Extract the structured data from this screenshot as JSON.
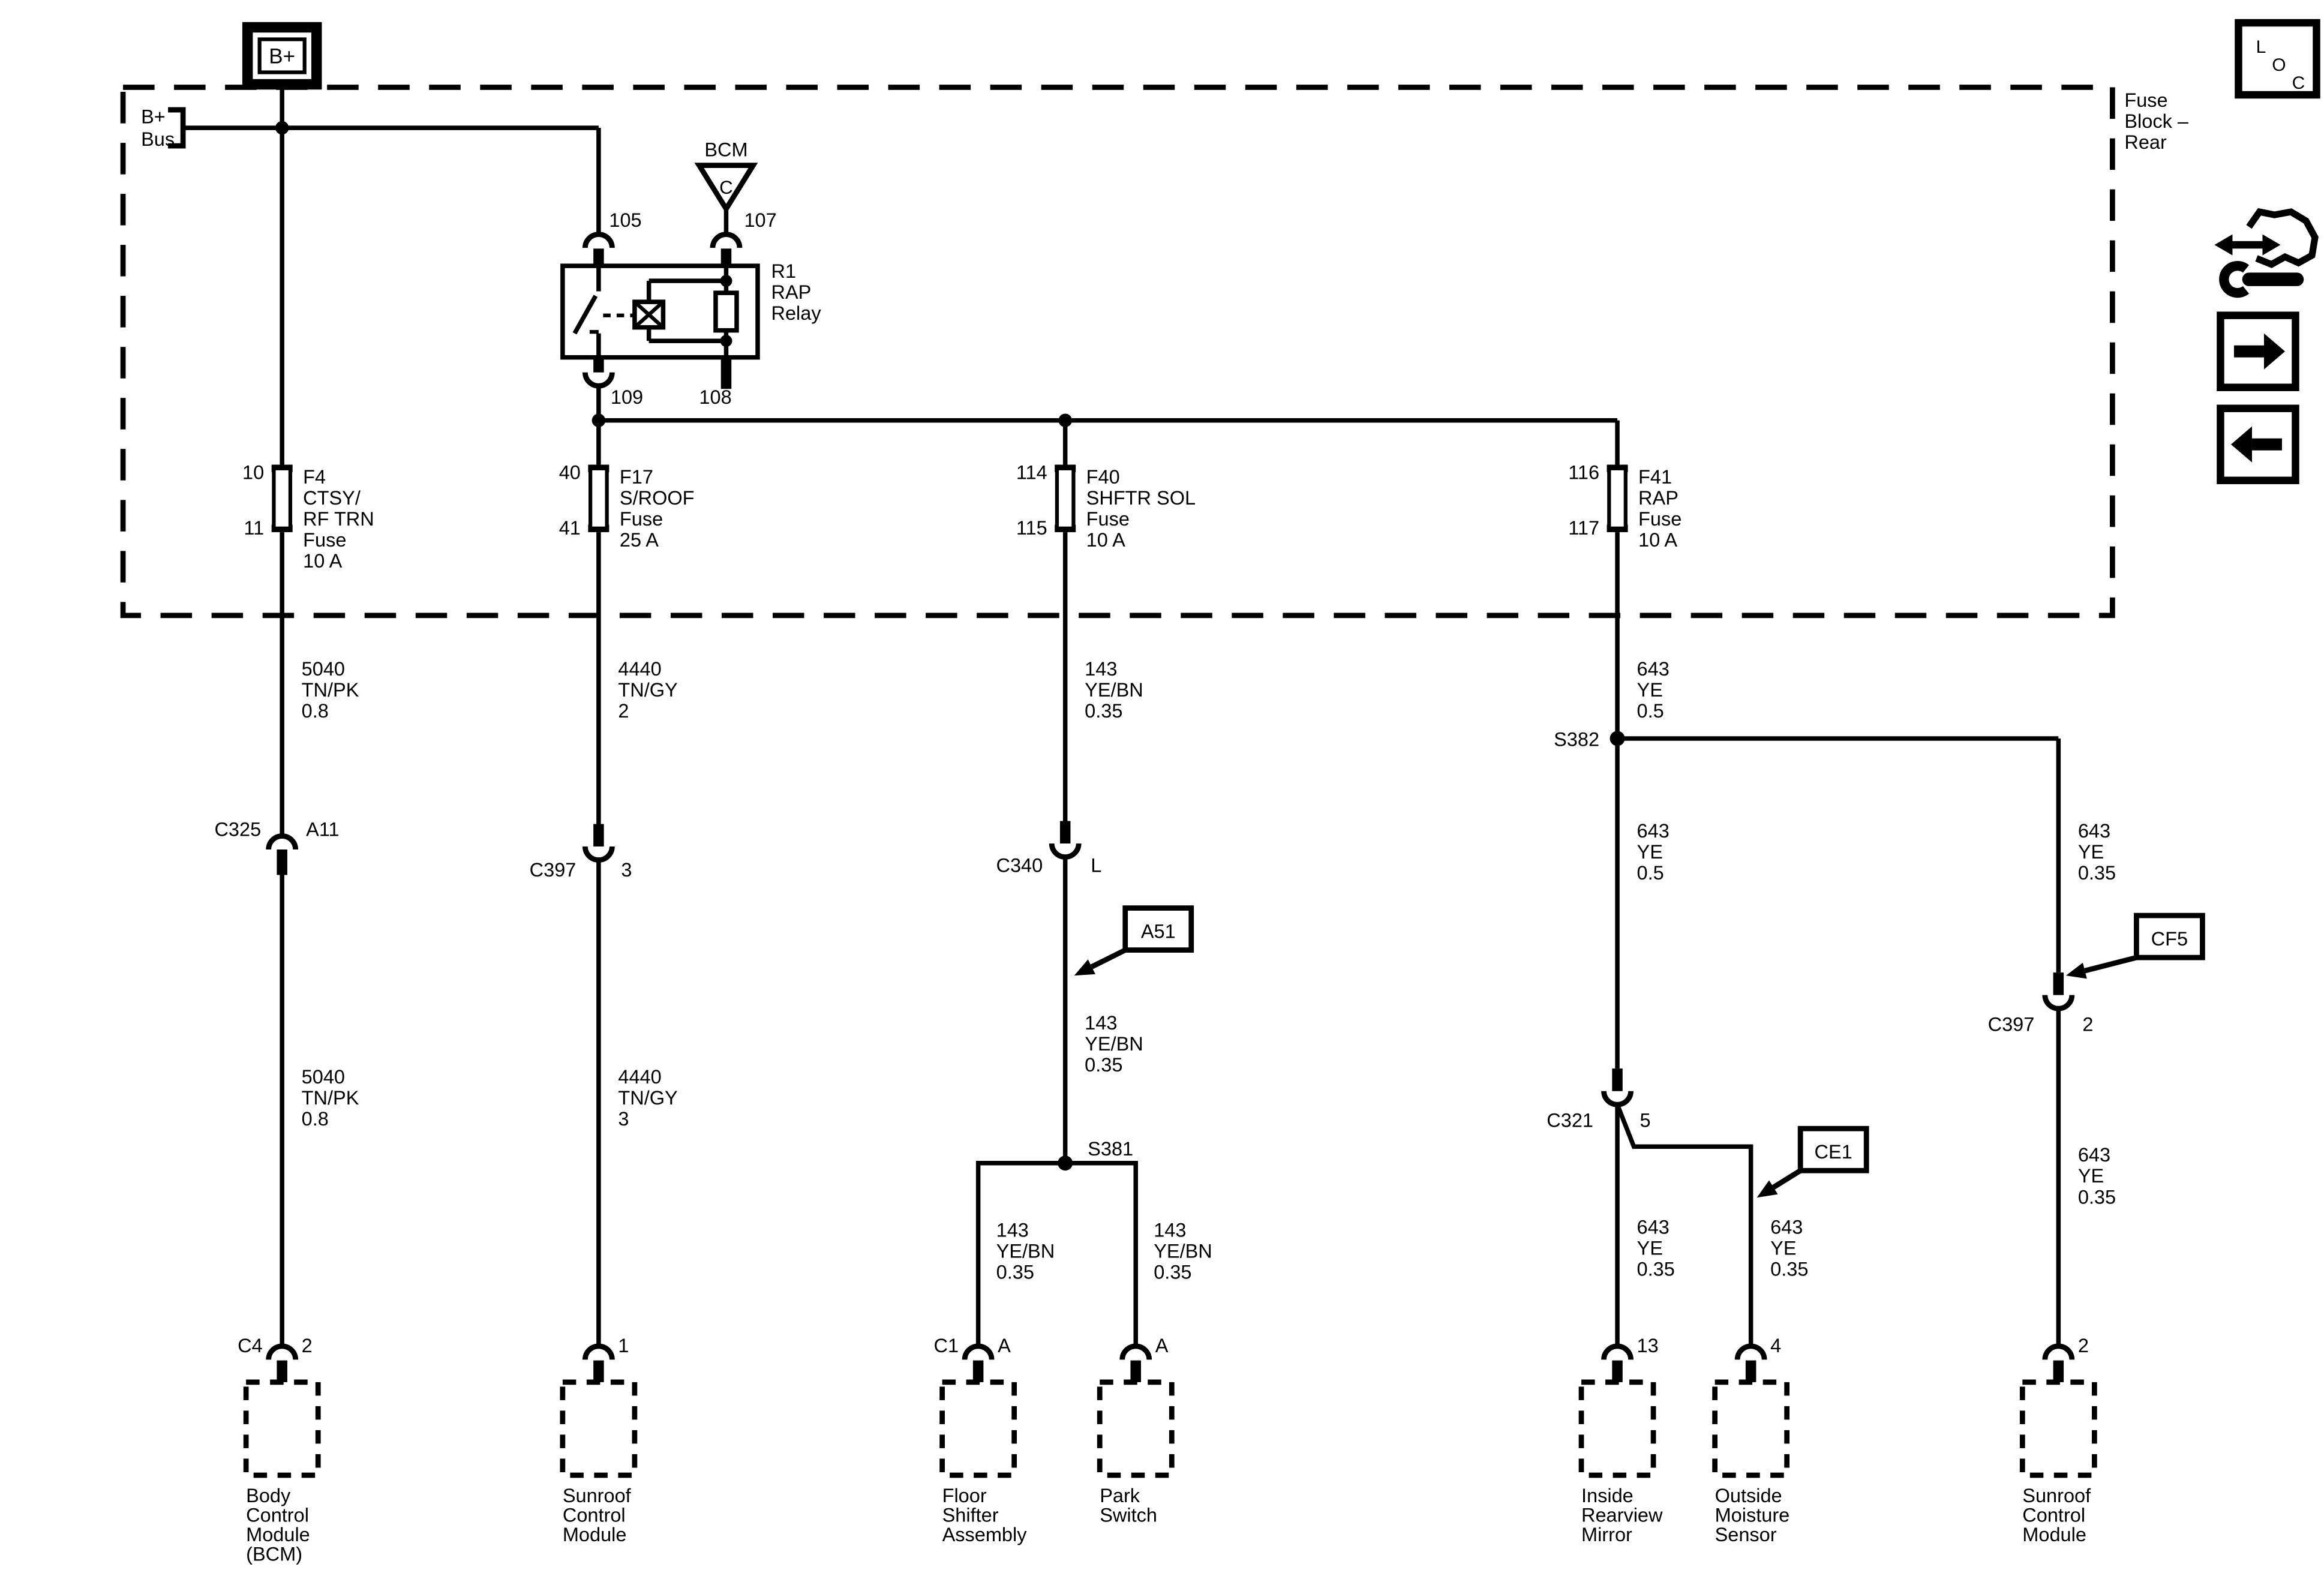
{
  "header": {
    "block_label_lines": [
      "Fuse",
      "Block –",
      "Rear"
    ],
    "loc_letters": [
      "L",
      "O",
      "C"
    ]
  },
  "power": {
    "bplus": "B+",
    "bus_lines": [
      "B+",
      "Bus"
    ]
  },
  "bcm_feed": {
    "label": "BCM",
    "letter": "C"
  },
  "relay": {
    "name_lines": [
      "R1",
      "RAP",
      "Relay"
    ],
    "pins": {
      "p105": "105",
      "p107": "107",
      "p109": "109",
      "p108": "108"
    }
  },
  "fuses": [
    {
      "pins": [
        "10",
        "11"
      ],
      "name_lines": [
        "F4",
        "CTSY/",
        "RF TRN",
        "Fuse",
        "10 A"
      ]
    },
    {
      "pins": [
        "40",
        "41"
      ],
      "name_lines": [
        "F17",
        "S/ROOF",
        "Fuse",
        "25 A"
      ]
    },
    {
      "pins": [
        "114",
        "115"
      ],
      "name_lines": [
        "F40",
        "SHFTR SOL",
        "Fuse",
        "10 A"
      ]
    },
    {
      "pins": [
        "116",
        "117"
      ],
      "name_lines": [
        "F41",
        "RAP",
        "Fuse",
        "10 A"
      ]
    }
  ],
  "wire_labels": {
    "f4_upper": [
      "5040",
      "TN/PK",
      "0.8"
    ],
    "f4_lower": [
      "5040",
      "TN/PK",
      "0.8"
    ],
    "f17_upper": [
      "4440",
      "TN/GY",
      "2"
    ],
    "f17_lower": [
      "4440",
      "TN/GY",
      "3"
    ],
    "f40_upper": [
      "143",
      "YE/BN",
      "0.35"
    ],
    "f40_mid": [
      "143",
      "YE/BN",
      "0.35"
    ],
    "f40_left": [
      "143",
      "YE/BN",
      "0.35"
    ],
    "f40_right": [
      "143",
      "YE/BN",
      "0.35"
    ],
    "f41_upper": [
      "643",
      "YE",
      "0.5"
    ],
    "f41_mid": [
      "643",
      "YE",
      "0.5"
    ],
    "mirror": [
      "643",
      "YE",
      "0.35"
    ],
    "sensor": [
      "643",
      "YE",
      "0.35"
    ],
    "sunroof_upper": [
      "643",
      "YE",
      "0.35"
    ],
    "sunroof_lower": [
      "643",
      "YE",
      "0.35"
    ]
  },
  "connectors": {
    "c325": {
      "name": "C325",
      "pin": "A11"
    },
    "c397_3": {
      "name": "C397",
      "pin": "3"
    },
    "c340": {
      "name": "C340",
      "pin": "L"
    },
    "c321": {
      "name": "C321",
      "pin": "5"
    },
    "c397_2": {
      "name": "C397",
      "pin": "2"
    }
  },
  "splices": {
    "s381": "S381",
    "s382": "S382"
  },
  "callouts": {
    "a51": "A51",
    "ce1": "CE1",
    "cf5": "CF5"
  },
  "modules": [
    {
      "conn": "C4",
      "pin": "2",
      "name_lines": [
        "Body",
        "Control",
        "Module",
        "(BCM)"
      ]
    },
    {
      "pin": "1",
      "name_lines": [
        "Sunroof",
        "Control",
        "Module"
      ]
    },
    {
      "conn": "C1",
      "pin": "A",
      "name_lines": [
        "Floor",
        "Shifter",
        "Assembly"
      ]
    },
    {
      "pin": "A",
      "name_lines": [
        "Park",
        "Switch"
      ]
    },
    {
      "pin": "13",
      "name_lines": [
        "Inside",
        "Rearview",
        "Mirror"
      ]
    },
    {
      "pin": "4",
      "name_lines": [
        "Outside",
        "Moisture",
        "Sensor"
      ]
    },
    {
      "pin": "2",
      "name_lines": [
        "Sunroof",
        "Control",
        "Module"
      ]
    }
  ]
}
